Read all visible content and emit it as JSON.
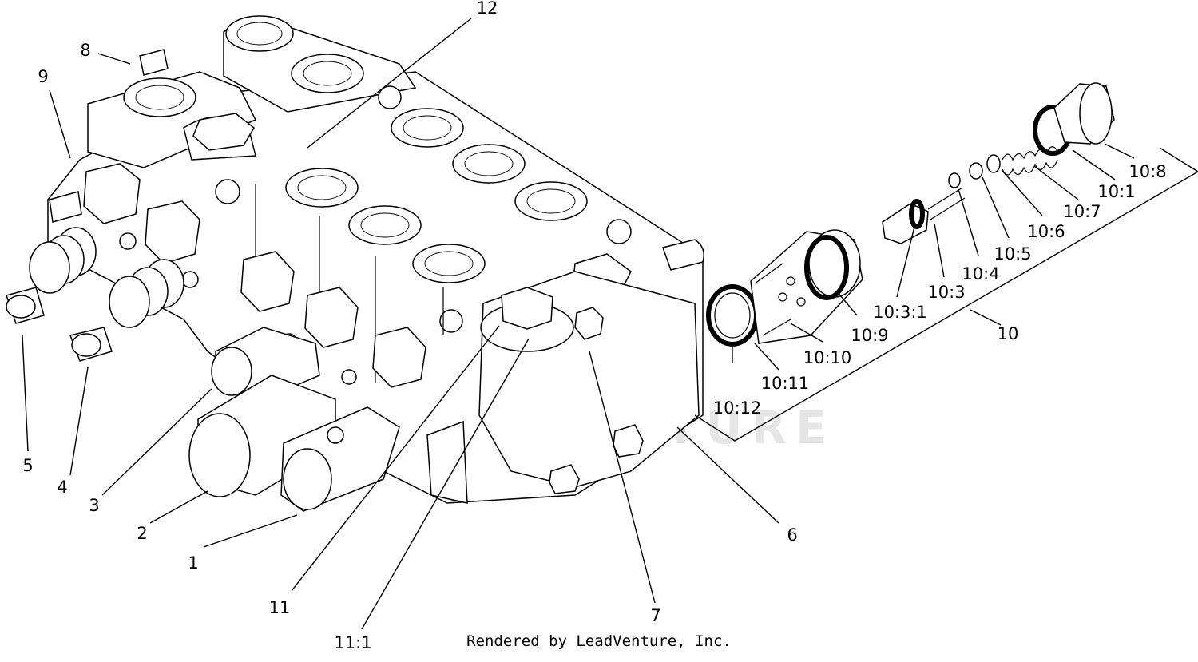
{
  "watermark": "LEADVENTURE",
  "footer": "Rendered by LeadVenture, Inc.",
  "callouts": [
    {
      "id": "c1",
      "text": "1"
    },
    {
      "id": "c2",
      "text": "2"
    },
    {
      "id": "c3",
      "text": "3"
    },
    {
      "id": "c4",
      "text": "4"
    },
    {
      "id": "c5",
      "text": "5"
    },
    {
      "id": "c6",
      "text": "6"
    },
    {
      "id": "c7",
      "text": "7"
    },
    {
      "id": "c8",
      "text": "8"
    },
    {
      "id": "c9",
      "text": "9"
    },
    {
      "id": "c10",
      "text": "10"
    },
    {
      "id": "c11",
      "text": "11"
    },
    {
      "id": "c11_1",
      "text": "11:1"
    },
    {
      "id": "c12",
      "text": "12"
    },
    {
      "id": "c10_1",
      "text": "10:1"
    },
    {
      "id": "c10_3",
      "text": "10:3"
    },
    {
      "id": "c10_3_1",
      "text": "10:3:1"
    },
    {
      "id": "c10_4",
      "text": "10:4"
    },
    {
      "id": "c10_5",
      "text": "10:5"
    },
    {
      "id": "c10_6",
      "text": "10:6"
    },
    {
      "id": "c10_7",
      "text": "10:7"
    },
    {
      "id": "c10_8",
      "text": "10:8"
    },
    {
      "id": "c10_9",
      "text": "10:9"
    },
    {
      "id": "c10_10",
      "text": "10:10"
    },
    {
      "id": "c10_11",
      "text": "10:11"
    },
    {
      "id": "c10_12",
      "text": "10:12"
    }
  ]
}
